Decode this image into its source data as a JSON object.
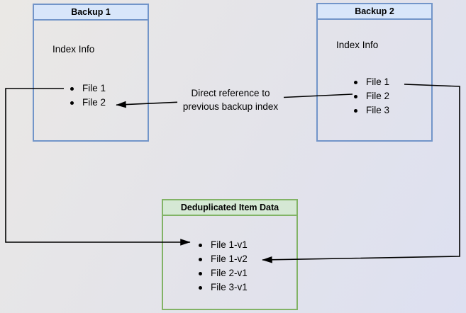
{
  "diagram": {
    "backup1": {
      "title": "Backup 1",
      "body_label": "Index Info",
      "items": [
        "File 1",
        "File 2"
      ]
    },
    "backup2": {
      "title": "Backup 2",
      "body_label": "Index Info",
      "items": [
        "File 1",
        "File 2",
        "File 3"
      ]
    },
    "dedup": {
      "title": "Deduplicated Item Data",
      "items": [
        "File 1-v1",
        "File 1-v2",
        "File 2-v1",
        "File 3-v1"
      ]
    },
    "annotation": {
      "line1": "Direct reference to",
      "line2": "previous backup index"
    },
    "colors": {
      "blue_fill": "#d8e6fa",
      "blue_border": "#7295c9",
      "green_fill": "#d5e8d4",
      "green_border": "#82b366",
      "line": "#000000",
      "bg_top_left": "#eae8e5",
      "bg_mid": "#e3e3ea",
      "bg_bottom_right": "#dde0f1"
    }
  }
}
